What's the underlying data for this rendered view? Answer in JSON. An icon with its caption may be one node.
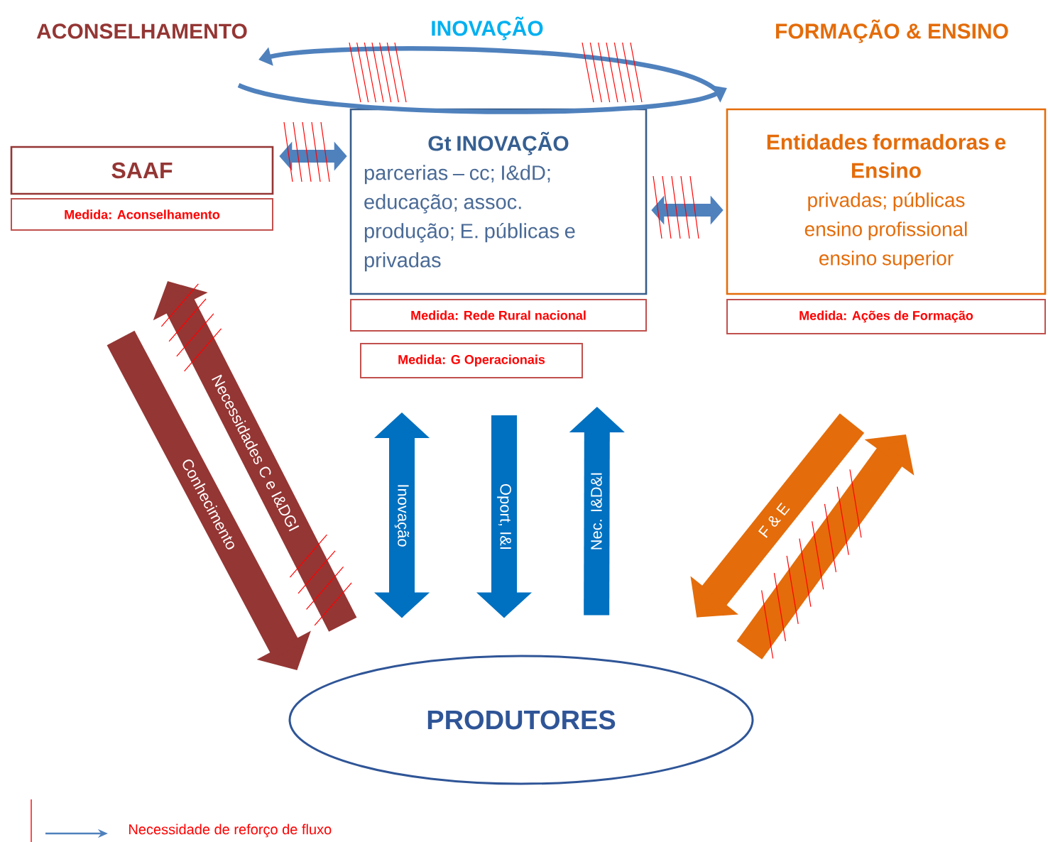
{
  "diagram": {
    "nodes": [
      {
        "text": [
          "ACONSELHAMENTO"
        ]
      },
      {
        "text": [
          "INOVAÇÃO"
        ]
      },
      {
        "text": [
          "FORMAÇÃO & ENSINO"
        ]
      },
      {
        "text": [
          "SAAF"
        ]
      },
      {
        "text": [
          "Medida: Aconselhamento"
        ]
      },
      {
        "text": [
          "Gt INOVAÇÃO",
          "parcerias – cc; I&dD; educação; assoc. produção; E. públicas e privadas"
        ]
      },
      {
        "text": [
          "Entidades formadoras e Ensino",
          "privadas; públicas ensino profissional ensino superior"
        ]
      },
      {
        "text": [
          "Medida: Rede Rural nacional"
        ]
      },
      {
        "text": [
          "Medida: Ações de Formação"
        ]
      },
      {
        "text": [
          "Medida: G Operacionais"
        ]
      },
      {
        "text": [
          "PRODUTORES"
        ]
      }
    ],
    "edges": [
      {
        "from": 3,
        "to": 5,
        "arrow": "both",
        "color": "#4f81bd"
      },
      {
        "from": 5,
        "to": 6,
        "arrow": "both",
        "color": "#4f81bd"
      },
      {
        "from": null,
        "to": 10,
        "arrow": "to",
        "label": "Conhecimento",
        "color": "#943634"
      },
      {
        "from": 10,
        "to": null,
        "arrow": "to",
        "label": "Necessidades C e I&DGI",
        "color": "#943634"
      },
      {
        "from": 9,
        "to": 10,
        "arrow": "both",
        "label": "Inovação",
        "color": "#0070c0"
      },
      {
        "from": 9,
        "to": 10,
        "arrow": "to",
        "label": "Oport, I&I",
        "color": "#0070c0"
      },
      {
        "from": 10,
        "to": 9,
        "arrow": "to",
        "label": "Nec. I&D&I",
        "color": "#0070c0"
      },
      {
        "from": null,
        "to": 10,
        "arrow": "to",
        "label": "F & E",
        "color": "#e46c0a"
      },
      {
        "from": 10,
        "to": null,
        "arrow": "to",
        "color": "#e46c0a"
      }
    ],
    "legend": [
      {
        "text": "Necessidade de reforço de fluxo"
      }
    ]
  }
}
